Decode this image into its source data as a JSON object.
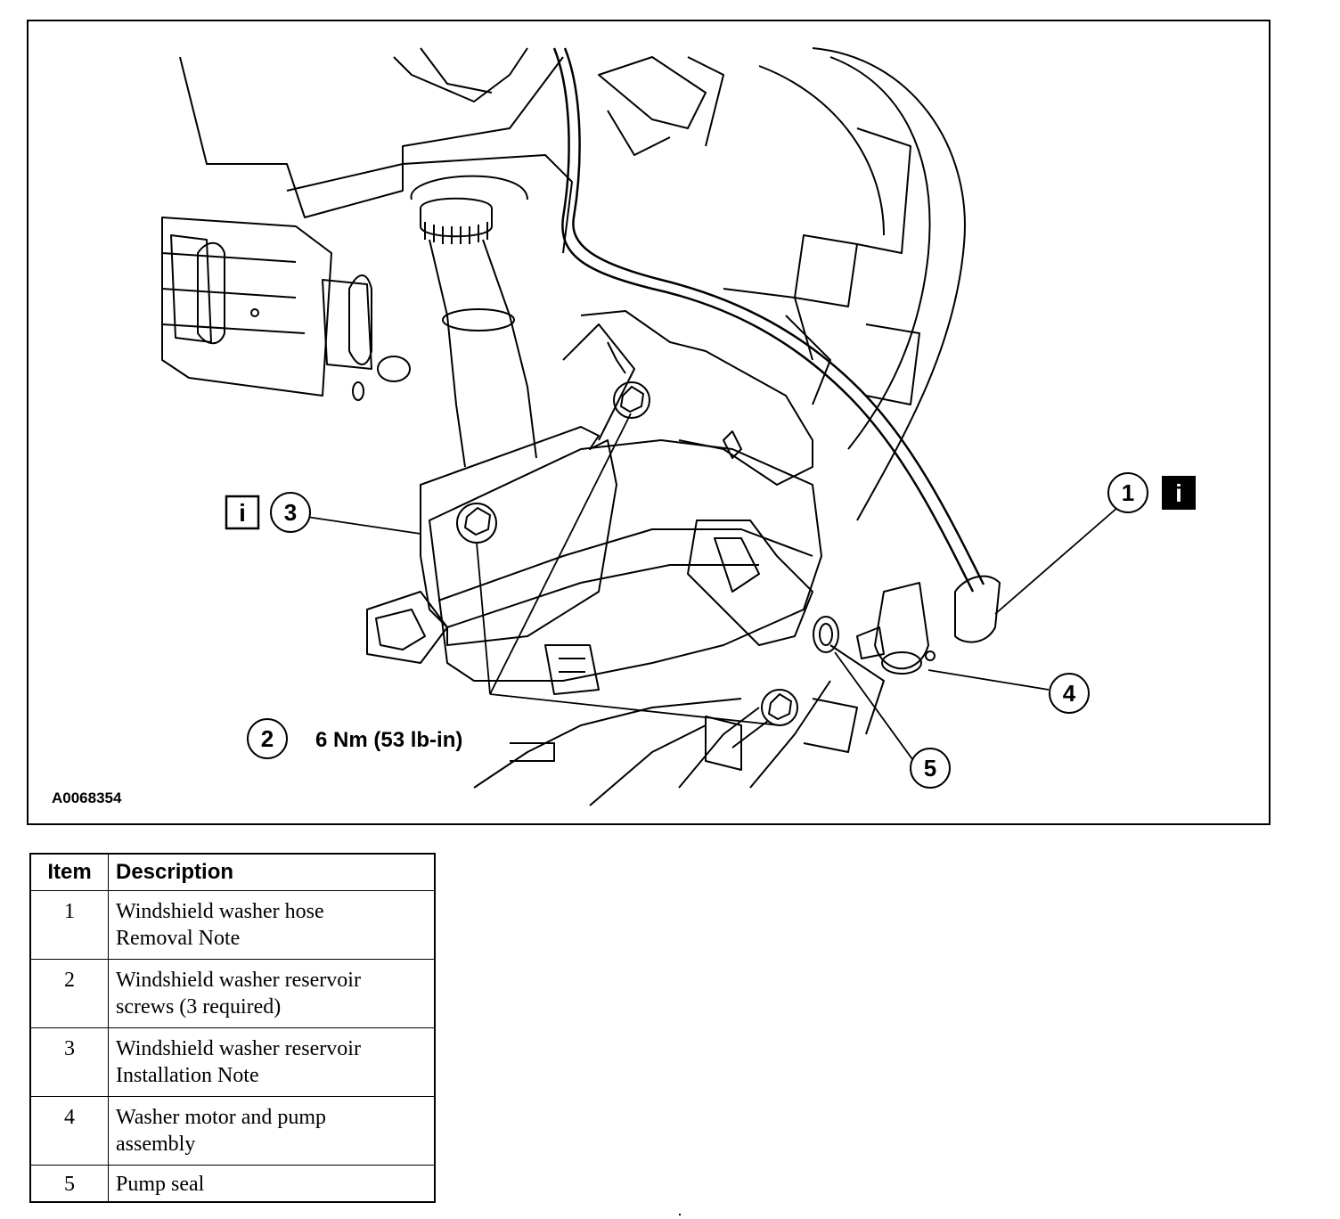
{
  "figure": {
    "id": "A0068354",
    "callouts": [
      {
        "number": "1",
        "info_icon": "i"
      },
      {
        "number": "2",
        "torque": "6 Nm (53 lb-in)"
      },
      {
        "number": "3",
        "info_icon": "i"
      },
      {
        "number": "4"
      },
      {
        "number": "5"
      }
    ]
  },
  "table": {
    "headers": {
      "item": "Item",
      "description": "Description"
    },
    "rows": [
      {
        "item": "1",
        "line1": "Windshield washer hose",
        "line2": "Removal Note"
      },
      {
        "item": "2",
        "line1": "Windshield washer reservoir",
        "line2": "screws (3 required)"
      },
      {
        "item": "3",
        "line1": "Windshield washer reservoir",
        "line2": "Installation Note"
      },
      {
        "item": "4",
        "line1": "Washer motor and pump",
        "line2": "assembly"
      },
      {
        "item": "5",
        "line1": "Pump seal",
        "line2": ""
      }
    ]
  }
}
